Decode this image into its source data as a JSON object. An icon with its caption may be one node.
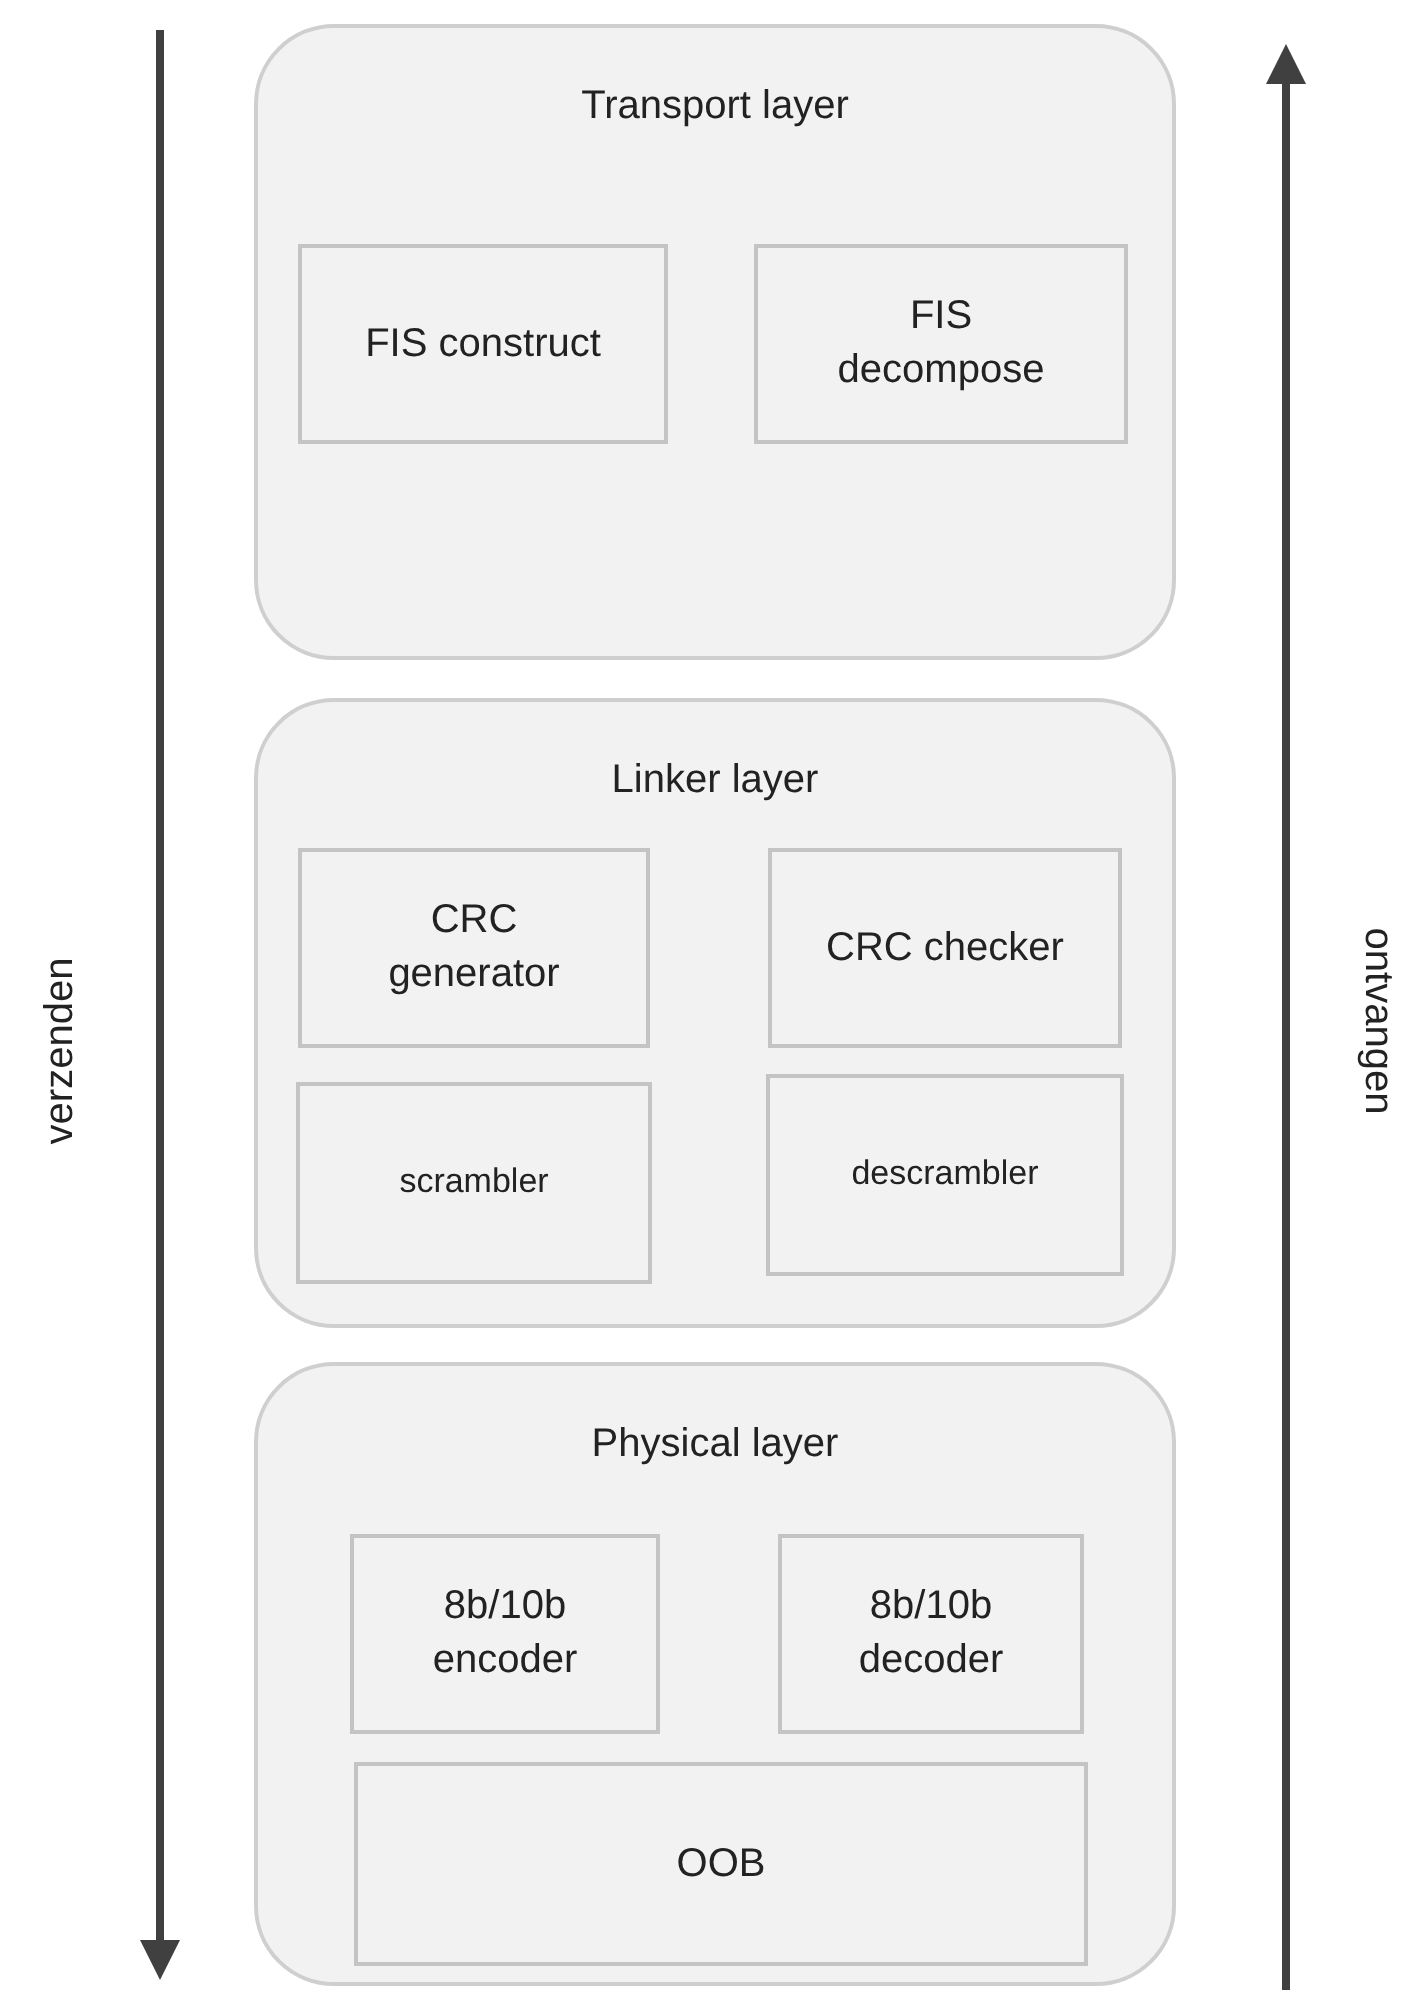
{
  "diagram": {
    "nodes": [
      {
        "text": [
          "Transport layer"
        ]
      },
      {
        "text": [
          "FIS construct"
        ],
        "in": 0
      },
      {
        "text": [
          "FIS decompose"
        ],
        "in": 0
      },
      {
        "text": [
          "Linker layer"
        ]
      },
      {
        "text": [
          "CRC generator"
        ],
        "in": 3
      },
      {
        "text": [
          "CRC checker"
        ],
        "in": 3
      },
      {
        "text": [
          "scrambler"
        ],
        "in": 3
      },
      {
        "text": [
          "descrambler"
        ],
        "in": 3
      },
      {
        "text": [
          "Physical layer"
        ]
      },
      {
        "text": [
          "8b/10b encoder"
        ],
        "in": 8
      },
      {
        "text": [
          "8b/10b decoder"
        ],
        "in": 8
      },
      {
        "text": [
          "OOB"
        ],
        "in": 8
      }
    ],
    "labels": [
      "verzenden",
      "ontvangen"
    ]
  }
}
